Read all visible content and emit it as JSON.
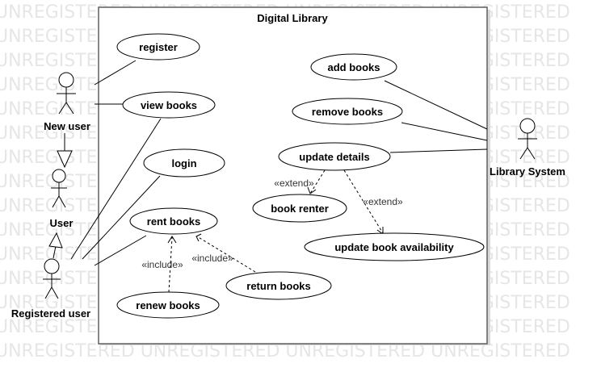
{
  "watermark": "UNREGISTERED",
  "system": {
    "title": "Digital Library"
  },
  "actors": {
    "new_user": "New user",
    "user": "User",
    "registered_user": "Registered user",
    "library_system": "Library System"
  },
  "use_cases": {
    "register": "register",
    "view_books": "view books",
    "login": "login",
    "rent_books": "rent books",
    "renew_books": "renew books",
    "return_books": "return books",
    "add_books": "add books",
    "remove_books": "remove books",
    "update_details": "update details",
    "book_renter": "book renter",
    "update_book_availability": "update book availability"
  },
  "stereotypes": {
    "include_renew": "«include»",
    "include_return": "«include»",
    "extend_renter": "«extend»",
    "extend_availability": "«extend»"
  }
}
